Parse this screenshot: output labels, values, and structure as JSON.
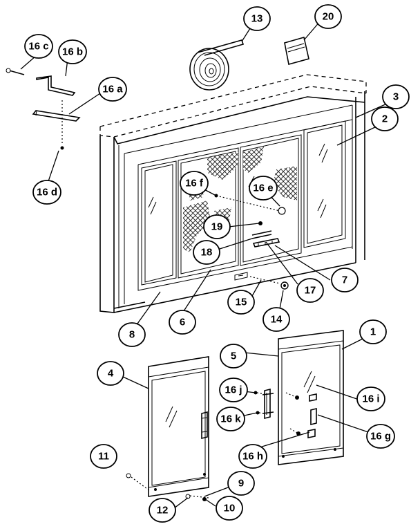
{
  "callouts": [
    {
      "id": "c1",
      "label": "1"
    },
    {
      "id": "c2",
      "label": "2"
    },
    {
      "id": "c3",
      "label": "3"
    },
    {
      "id": "c4",
      "label": "4"
    },
    {
      "id": "c5",
      "label": "5"
    },
    {
      "id": "c6",
      "label": "6"
    },
    {
      "id": "c7",
      "label": "7"
    },
    {
      "id": "c8",
      "label": "8"
    },
    {
      "id": "c9",
      "label": "9"
    },
    {
      "id": "c10",
      "label": "10"
    },
    {
      "id": "c11",
      "label": "11"
    },
    {
      "id": "c12",
      "label": "12"
    },
    {
      "id": "c13",
      "label": "13"
    },
    {
      "id": "c14",
      "label": "14"
    },
    {
      "id": "c15",
      "label": "15"
    },
    {
      "id": "c16a",
      "label": "16 a"
    },
    {
      "id": "c16b",
      "label": "16 b"
    },
    {
      "id": "c16c",
      "label": "16 c"
    },
    {
      "id": "c16d",
      "label": "16 d"
    },
    {
      "id": "c16e",
      "label": "16 e"
    },
    {
      "id": "c16f",
      "label": "16 f"
    },
    {
      "id": "c16g",
      "label": "16 g"
    },
    {
      "id": "c16h",
      "label": "16 h"
    },
    {
      "id": "c16i",
      "label": "16 i"
    },
    {
      "id": "c16j",
      "label": "16 j"
    },
    {
      "id": "c16k",
      "label": "16 k"
    },
    {
      "id": "c17",
      "label": "17"
    },
    {
      "id": "c18",
      "label": "18"
    },
    {
      "id": "c19",
      "label": "19"
    },
    {
      "id": "c20",
      "label": "20"
    }
  ]
}
